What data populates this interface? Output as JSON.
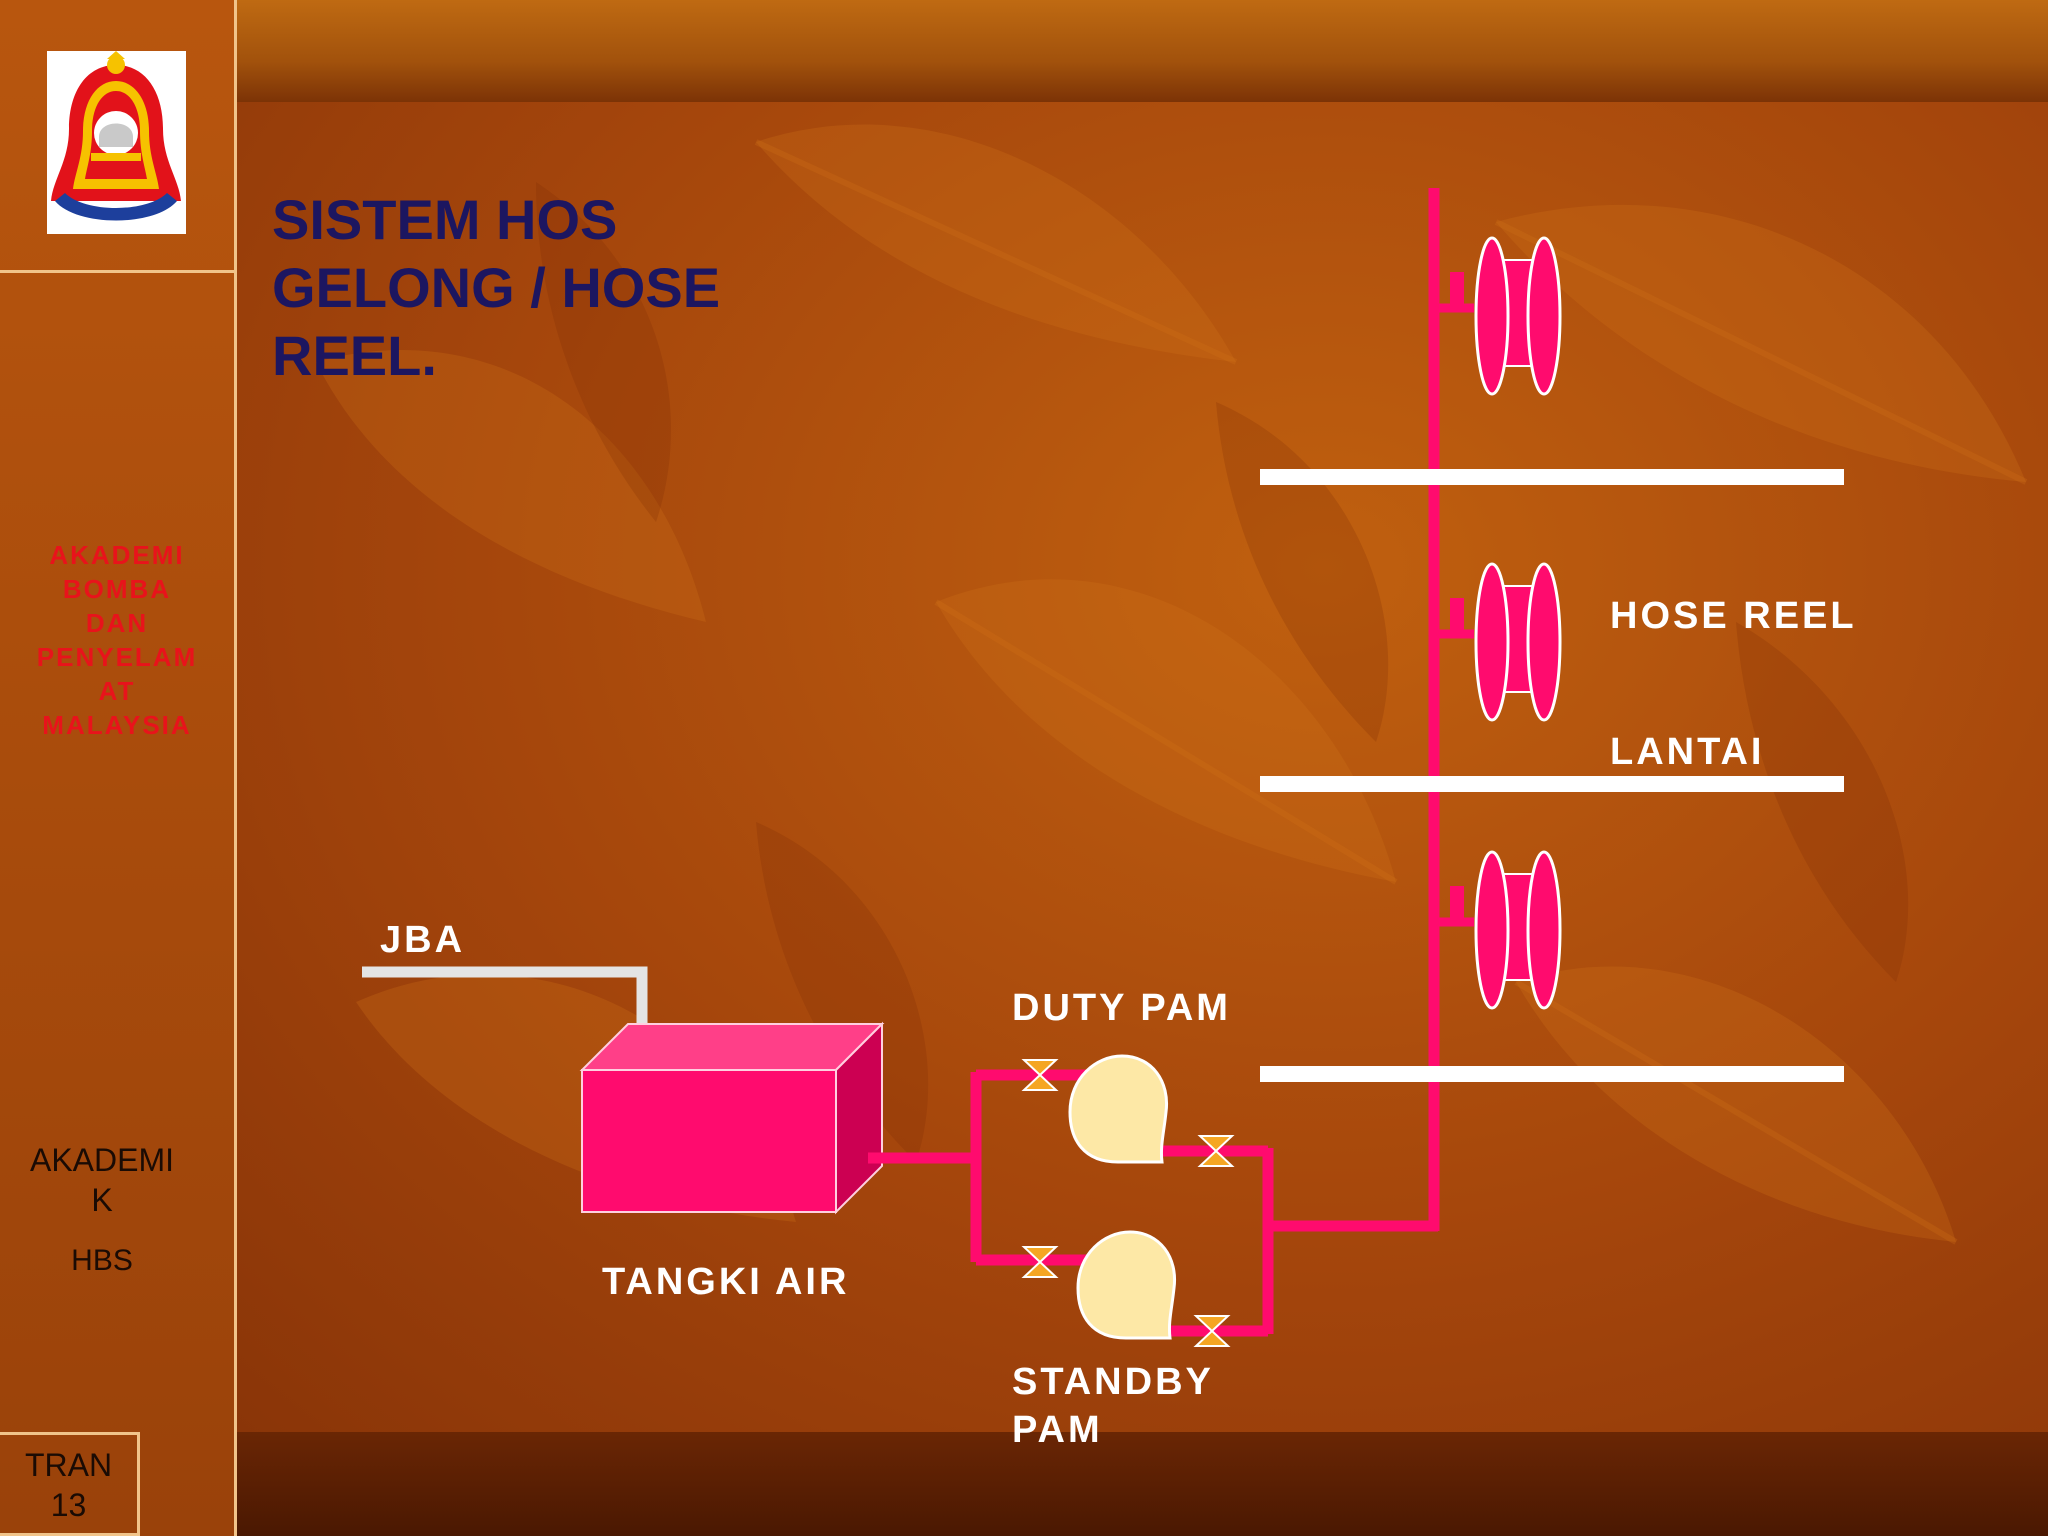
{
  "sidebar": {
    "org_lines": [
      "AKADEMI",
      "BOMBA",
      "DAN",
      "PENYELAM",
      "AT",
      "MALAYSIA"
    ],
    "akademik_lines": [
      "AKADEMI",
      "K"
    ],
    "hbs": "HBS",
    "tran_lines": [
      "TRAN",
      "13"
    ]
  },
  "slide": {
    "title": "SISTEM  HOS\nGELONG /  HOSE\nREEL."
  },
  "diagram": {
    "labels": {
      "jba": "JBA",
      "tangki_air": "TANGKI AIR",
      "duty_pam": "DUTY PAM",
      "standby_pam_1": "STANDBY",
      "standby_pam_2": "PAM",
      "hose_reel": "HOSE REEL",
      "lantai": "LANTAI"
    },
    "colors": {
      "pipe": "#ff0b6e",
      "tank_front": "#ff0b6e",
      "tank_top": "#ff3f88",
      "tank_side": "#cc0052",
      "pump": "#fde8a6",
      "valve": "#f5a623",
      "floor": "#ffffff",
      "supply_pipe": "#e4e4e4"
    }
  }
}
